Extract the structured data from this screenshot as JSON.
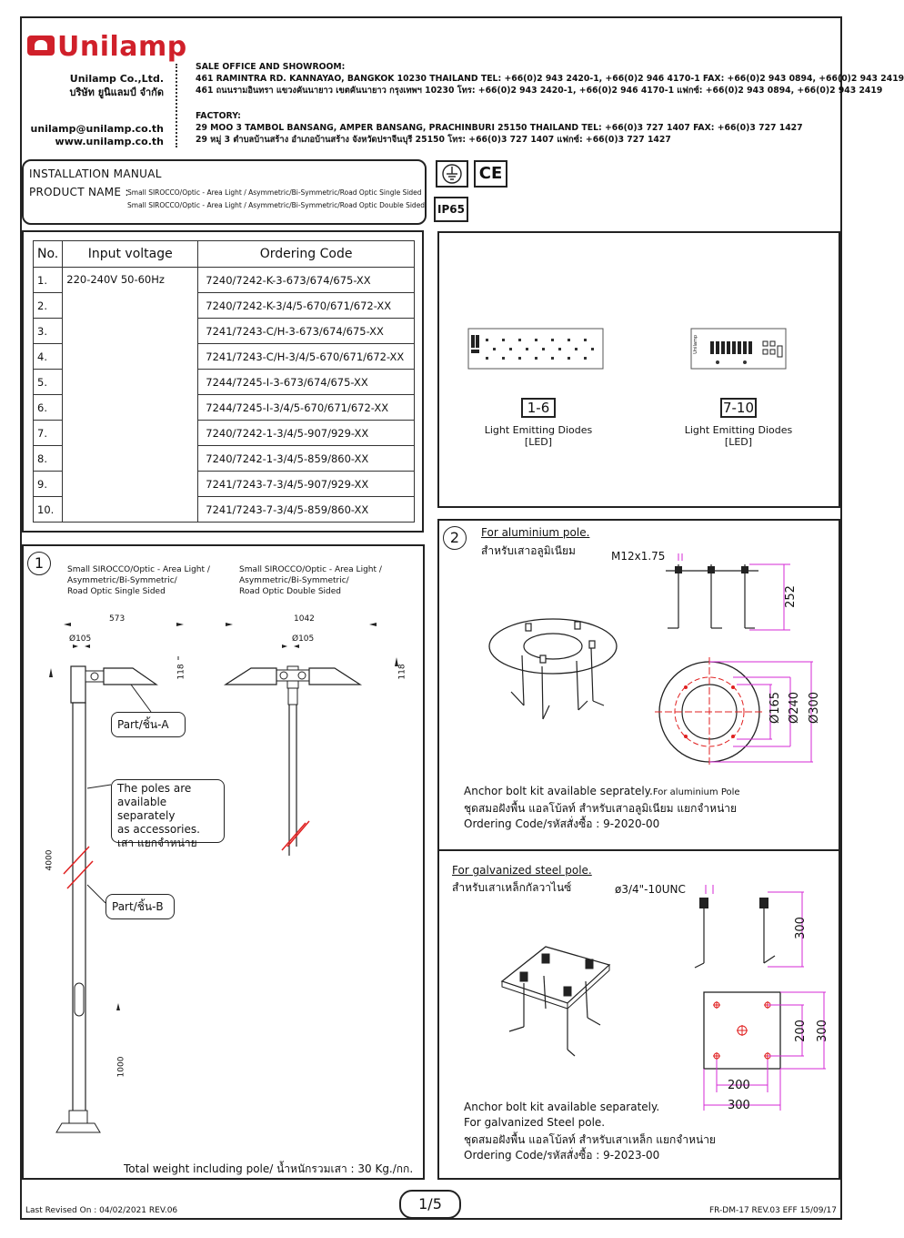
{
  "brand": {
    "name": "Unilamp"
  },
  "company": {
    "name_en": "Unilamp Co.,Ltd.",
    "name_th": "บริษัท ยูนิแลมป์ จำกัด",
    "email": "unilamp@unilamp.co.th",
    "web": "www.unilamp.co.th"
  },
  "sales_office": {
    "heading": "SALE OFFICE AND SHOWROOM:",
    "line_en": "461 RAMINTRA RD. KANNAYAO, BANGKOK 10230 THAILAND TEL: +66(0)2 943 2420-1, +66(0)2 946 4170-1 FAX: +66(0)2 943 0894, +66(0)2 943 2419",
    "line_th": "461 ถนนรามอินทรา แขวงคันนายาว เขตคันนายาว กรุงเทพฯ 10230  โทร: +66(0)2 943 2420-1, +66(0)2 946 4170-1 แฟกซ์: +66(0)2 943 0894, +66(0)2 943 2419"
  },
  "factory": {
    "heading": "FACTORY:",
    "line_en": "29 MOO 3 TAMBOL BANSANG, AMPER BANSANG, PRACHINBURI 25150 THAILAND TEL: +66(0)3 727 1407 FAX: +66(0)3 727 1427",
    "line_th": "29 หมู่ 3 ตำบลบ้านสร้าง อำเภอบ้านสร้าง จังหวัดปราจีนบุรี  25150  โทร: +66(0)3 727 1407 แฟกซ์: +66(0)3 727 1427"
  },
  "manual": {
    "title": "INSTALLATION  MANUAL",
    "product_label": "PRODUCT NAME :",
    "product_line1": "Small SIROCCO/Optic - Area Light / Asymmetric/Bi-Symmetric/Road Optic Single Sided",
    "product_line2": "Small SIROCCO/Optic - Area Light / Asymmetric/Bi-Symmetric/Road Optic Double Sided"
  },
  "certs": {
    "ce": "CE",
    "ip": "IP65",
    "ground_icon": "ground-symbol-icon"
  },
  "order_table": {
    "headers": [
      "No.",
      "Input voltage",
      "Ordering Code"
    ],
    "voltage": "220-240V 50-60Hz",
    "rows": [
      {
        "no": "1.",
        "code": "7240/7242-K-3-673/674/675-XX"
      },
      {
        "no": "2.",
        "code": "7240/7242-K-3/4/5-670/671/672-XX"
      },
      {
        "no": "3.",
        "code": "7241/7243-C/H-3-673/674/675-XX"
      },
      {
        "no": "4.",
        "code": "7241/7243-C/H-3/4/5-670/671/672-XX"
      },
      {
        "no": "5.",
        "code": "7244/7245-I-3-673/674/675-XX"
      },
      {
        "no": "6.",
        "code": "7244/7245-I-3/4/5-670/671/672-XX"
      },
      {
        "no": "7.",
        "code": "7240/7242-1-3/4/5-907/929-XX"
      },
      {
        "no": "8.",
        "code": "7240/7242-1-3/4/5-859/860-XX"
      },
      {
        "no": "9.",
        "code": "7241/7243-7-3/4/5-907/929-XX"
      },
      {
        "no": "10.",
        "code": "7241/7243-7-3/4/5-859/860-XX"
      }
    ]
  },
  "led": {
    "a_range": "1-6",
    "b_range": "7-10",
    "label1": "Light Emitting Diodes",
    "label2": "[LED]",
    "board_text": "Unilamp"
  },
  "section1": {
    "num": "1",
    "single_title": [
      "Small SIROCCO/Optic - Area Light /",
      "Asymmetric/Bi-Symmetric/",
      "Road Optic Single Sided"
    ],
    "double_title": [
      "Small SIROCCO/Optic - Area Light /",
      "Asymmetric/Bi-Symmetric/",
      "Road Optic Double Sided"
    ],
    "dim_573": "573",
    "dim_1042": "1042",
    "dim_d105": "Ø105",
    "dim_118": "118",
    "dim_4000": "4000",
    "dim_1000": "1000",
    "part_a": "Part/ชิ้น-A",
    "part_b": "Part/ชิ้น-B",
    "poles_note": [
      "The poles are",
      "available separately",
      "as accessories.",
      "เสา แยกจำหน่าย"
    ],
    "weight": "Total weight including pole/ น้ำหนักรวมเสา : 30 Kg./กก."
  },
  "section2": {
    "num": "2",
    "alu_title": "For aluminium pole.",
    "alu_th": "สำหรับเสาอลูมิเนียม",
    "thread_alu": "M12x1.75",
    "dim_252": "252",
    "dim_165": "Ø165",
    "dim_240": "Ø240",
    "dim_300c": "Ø300",
    "alu_note1": "Anchor bolt kit available seprately.",
    "alu_note1b": "For aluminium Pole",
    "alu_note2": "ชุดสมอฝังพื้น แอลโบ้ลท์ สำหรับเสาอลูมิเนียม แยกจำหน่าย",
    "alu_note3": "Ordering Code/รหัสสั่งซื้อ : 9-2020-00",
    "steel_title": "For galvanized steel pole.",
    "steel_th": "สำหรับเสาเหล็กกัลวาไนซ์",
    "thread_steel": "ø3/4\"-10UNC",
    "dim_300": "300",
    "dim_200": "200",
    "steel_note1": "Anchor bolt kit available separately.",
    "steel_note2": "For galvanized Steel pole.",
    "steel_note3": "ชุดสมอฝังพื้น แอลโบ้ลท์ สำหรับเสาเหล็ก แยกจำหน่าย",
    "steel_note4": "Ordering Code/รหัสสั่งซื้อ : 9-2023-00"
  },
  "footer": {
    "revised": "Last Revised On :  04/02/2021 REV.06",
    "page": "1/5",
    "form": "FR-DM-17  REV.03  EFF 15/09/17"
  },
  "colors": {
    "brand_red": "#d0202a",
    "dim_magenta": "#d62ad6",
    "centerline_red": "#e02020"
  }
}
